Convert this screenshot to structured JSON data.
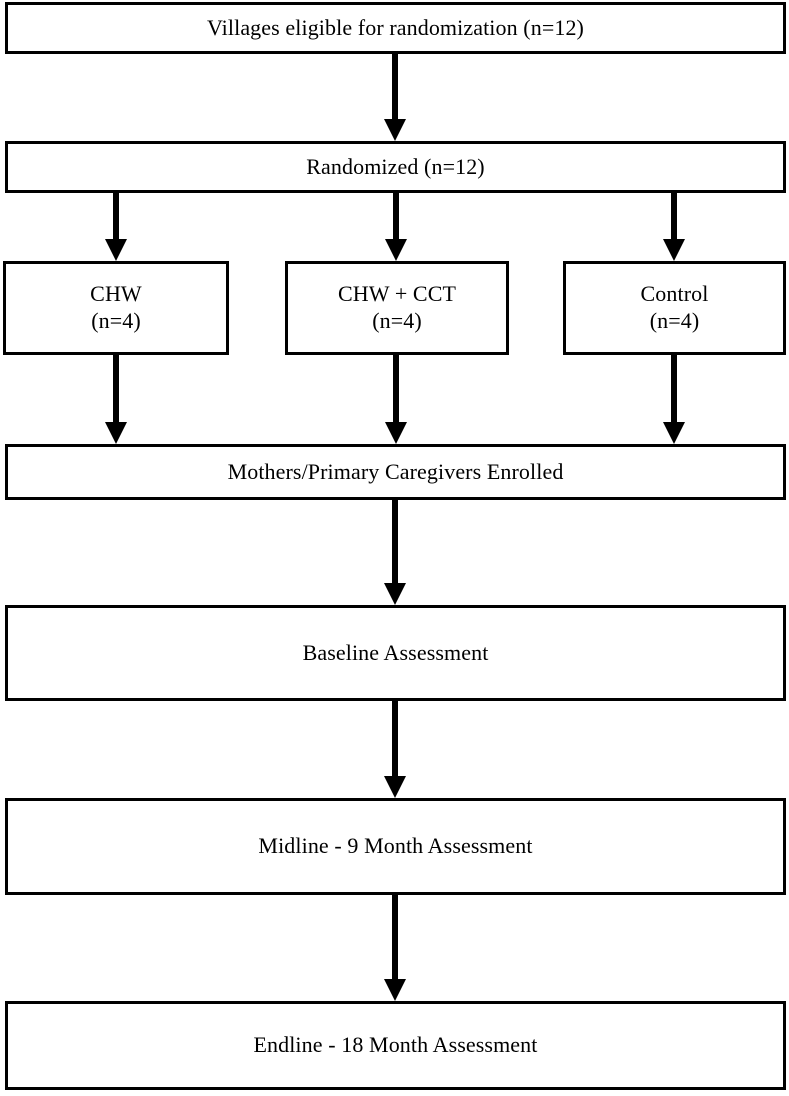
{
  "figure": {
    "type": "flowchart",
    "title": "CONSORT-style cluster randomized trial flow diagram",
    "orientation": "top-to-bottom",
    "background_color": "#ffffff",
    "line_color": "#000000",
    "text_color": "#000000"
  },
  "nodes": {
    "eligible": {
      "label": "Villages eligible for randomization (n=12)",
      "n": 12
    },
    "randomized": {
      "label": "Randomized (n=12)",
      "n": 12
    },
    "arm_chw": {
      "label": "CHW\n(n=4)",
      "name": "CHW",
      "n": 4
    },
    "arm_chw_cct": {
      "label": "CHW + CCT\n(n=4)",
      "name": "CHW + CCT",
      "n": 4
    },
    "arm_control": {
      "label": "Control\n(n=4)",
      "name": "Control",
      "n": 4
    },
    "enrolled": {
      "label": "Mothers/Primary Caregivers Enrolled"
    },
    "baseline": {
      "label": "Baseline Assessment"
    },
    "midline": {
      "label": "Midline - 9 Month Assessment"
    },
    "endline": {
      "label": "Endline - 18 Month Assessment"
    }
  },
  "edges": [
    {
      "from": "eligible",
      "to": "randomized"
    },
    {
      "from": "randomized",
      "to": "arm_chw"
    },
    {
      "from": "randomized",
      "to": "arm_chw_cct"
    },
    {
      "from": "randomized",
      "to": "arm_control"
    },
    {
      "from": "arm_chw",
      "to": "enrolled"
    },
    {
      "from": "arm_chw_cct",
      "to": "enrolled"
    },
    {
      "from": "arm_control",
      "to": "enrolled"
    },
    {
      "from": "enrolled",
      "to": "baseline"
    },
    {
      "from": "baseline",
      "to": "midline"
    },
    {
      "from": "midline",
      "to": "endline"
    }
  ]
}
